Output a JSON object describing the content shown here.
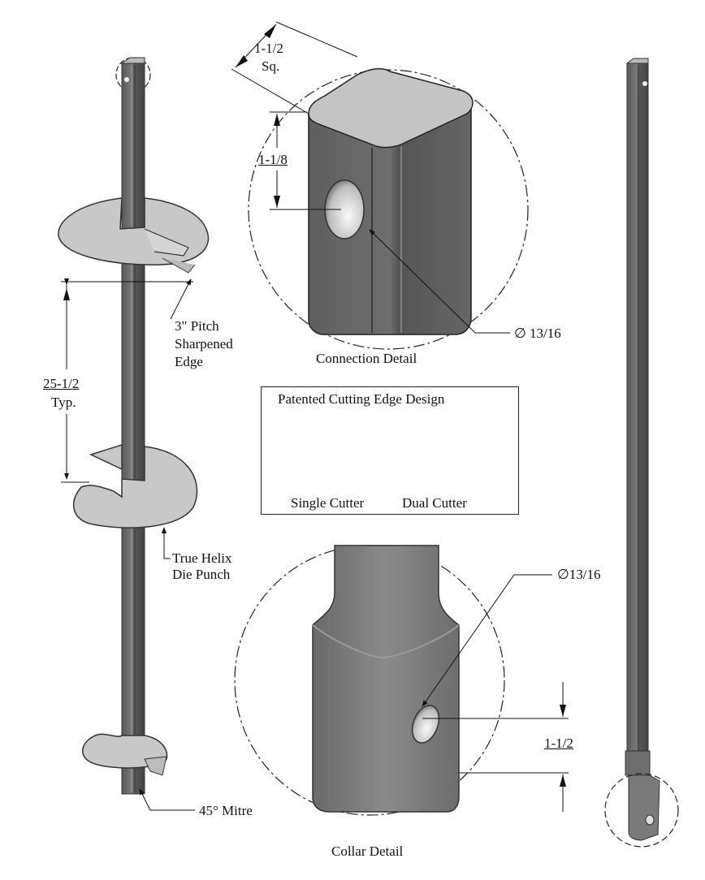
{
  "title": "Helical pile drawing",
  "colors": {
    "shaft_dark": "#4a4a4a",
    "shaft_mid": "#6e6e6e",
    "shaft_light": "#8a8a8a",
    "plate": "#c8c8c8",
    "plate_edge": "#3a3a3a",
    "line": "#111111"
  },
  "left_pile": {
    "labels": {
      "pitch_line1": "3\" Pitch",
      "pitch_line2": "Sharpened",
      "pitch_line3": "Edge",
      "spacing_value": "25-1/2",
      "spacing_note": "Typ.",
      "punch_line1": "True Helix",
      "punch_line2": "Die Punch",
      "mitre": "45° Mitre"
    }
  },
  "connection_detail": {
    "title": "Connection Detail",
    "square_size_value": "1-1/2",
    "square_size_note": "Sq.",
    "hole_offset": "1-1/8",
    "hole_diameter": "∅ 13/16"
  },
  "cutting_edge_box": {
    "title": "Patented Cutting Edge Design",
    "items": [
      {
        "label": "Single Cutter"
      },
      {
        "label": "Dual Cutter"
      }
    ]
  },
  "collar_detail": {
    "title": "Collar Detail",
    "hole_diameter": "∅13/16",
    "hole_offset": "1-1/2"
  }
}
